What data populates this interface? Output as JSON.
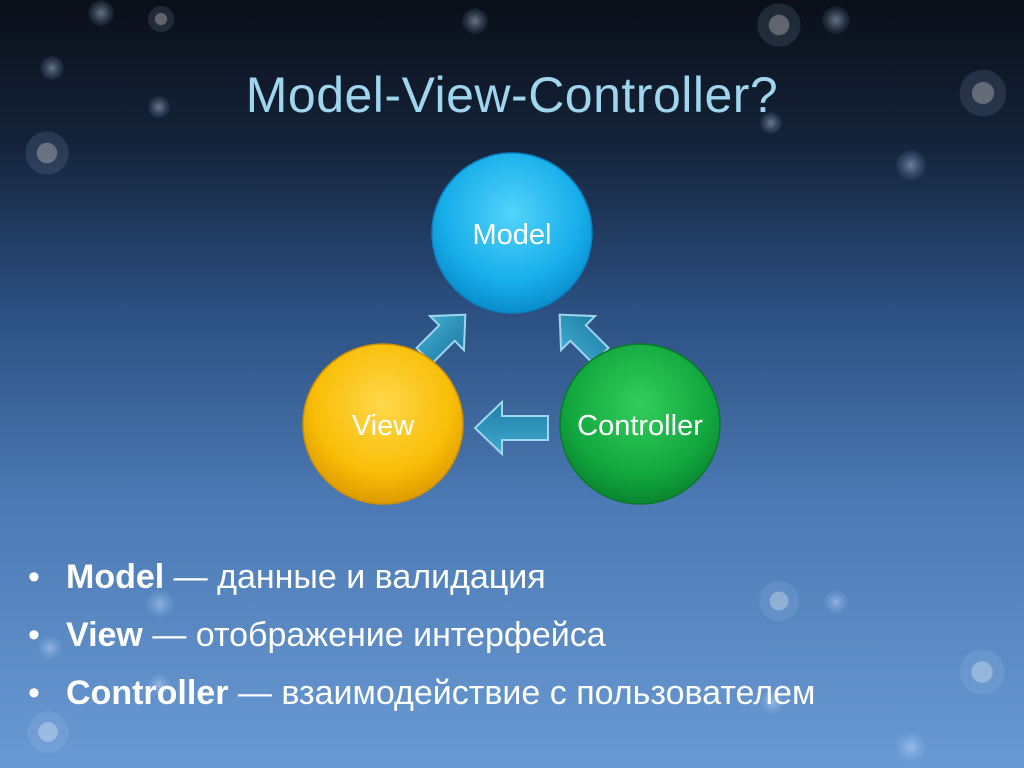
{
  "slide": {
    "title": "Model-View-Controller?"
  },
  "diagram": {
    "model": {
      "label": "Model"
    },
    "view": {
      "label": "View"
    },
    "controller": {
      "label": "Controller"
    }
  },
  "bullets": [
    {
      "marker": "•",
      "term": "Model",
      "description": "— данные и валидация"
    },
    {
      "marker": "•",
      "term": "View",
      "description": "— отображение интерфейса"
    },
    {
      "marker": "•",
      "term": "Controller",
      "description": "— взаимодействие с пользователем"
    }
  ],
  "colors": {
    "title": "#9fd6ee",
    "model_circle": "#1ab0ea",
    "view_circle": "#f7bc06",
    "controller_circle": "#11a83f",
    "arrow": "#2f93b8"
  }
}
